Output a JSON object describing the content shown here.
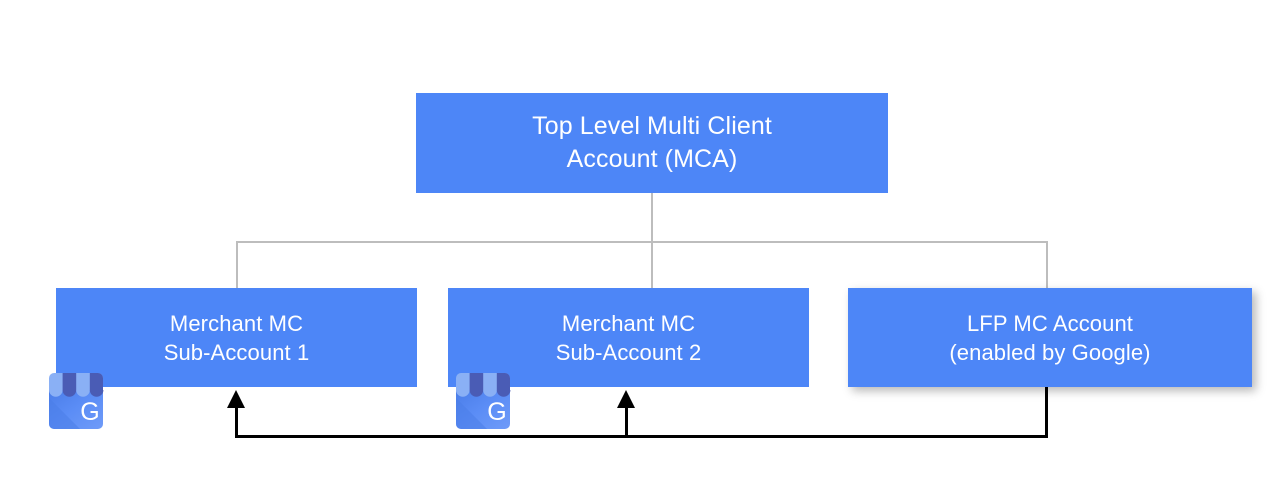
{
  "diagram": {
    "title_text_present": false,
    "background_color": "#ffffff",
    "node_color": "#4d86f7",
    "node_text_color": "#ffffff",
    "connector_color": "#bdbdbd",
    "arrow_color": "#000000",
    "nodes": {
      "mca": {
        "label": "Top Level Multi Client\nAccount (MCA)",
        "line1": "Top Level Multi Client",
        "line2": "Account (MCA)"
      },
      "sub1": {
        "label": "Merchant MC\nSub-Account 1",
        "line1": "Merchant MC",
        "line2": "Sub-Account 1"
      },
      "sub2": {
        "label": "Merchant MC\nSub-Account 2",
        "line1": "Merchant MC",
        "line2": "Sub-Account 2"
      },
      "lfp": {
        "label": "LFP MC Account\n(enabled by Google)",
        "line1": "LFP MC Account",
        "line2": "(enabled by Google)"
      }
    },
    "icons": {
      "gbp_1": "google-business-profile-icon",
      "gbp_2": "google-business-profile-icon",
      "gbp_letter": "G",
      "gbp_awning_light": "#8ab0f5",
      "gbp_awning_dark": "#4a5cb5",
      "gbp_body": "#5b8df6"
    }
  }
}
